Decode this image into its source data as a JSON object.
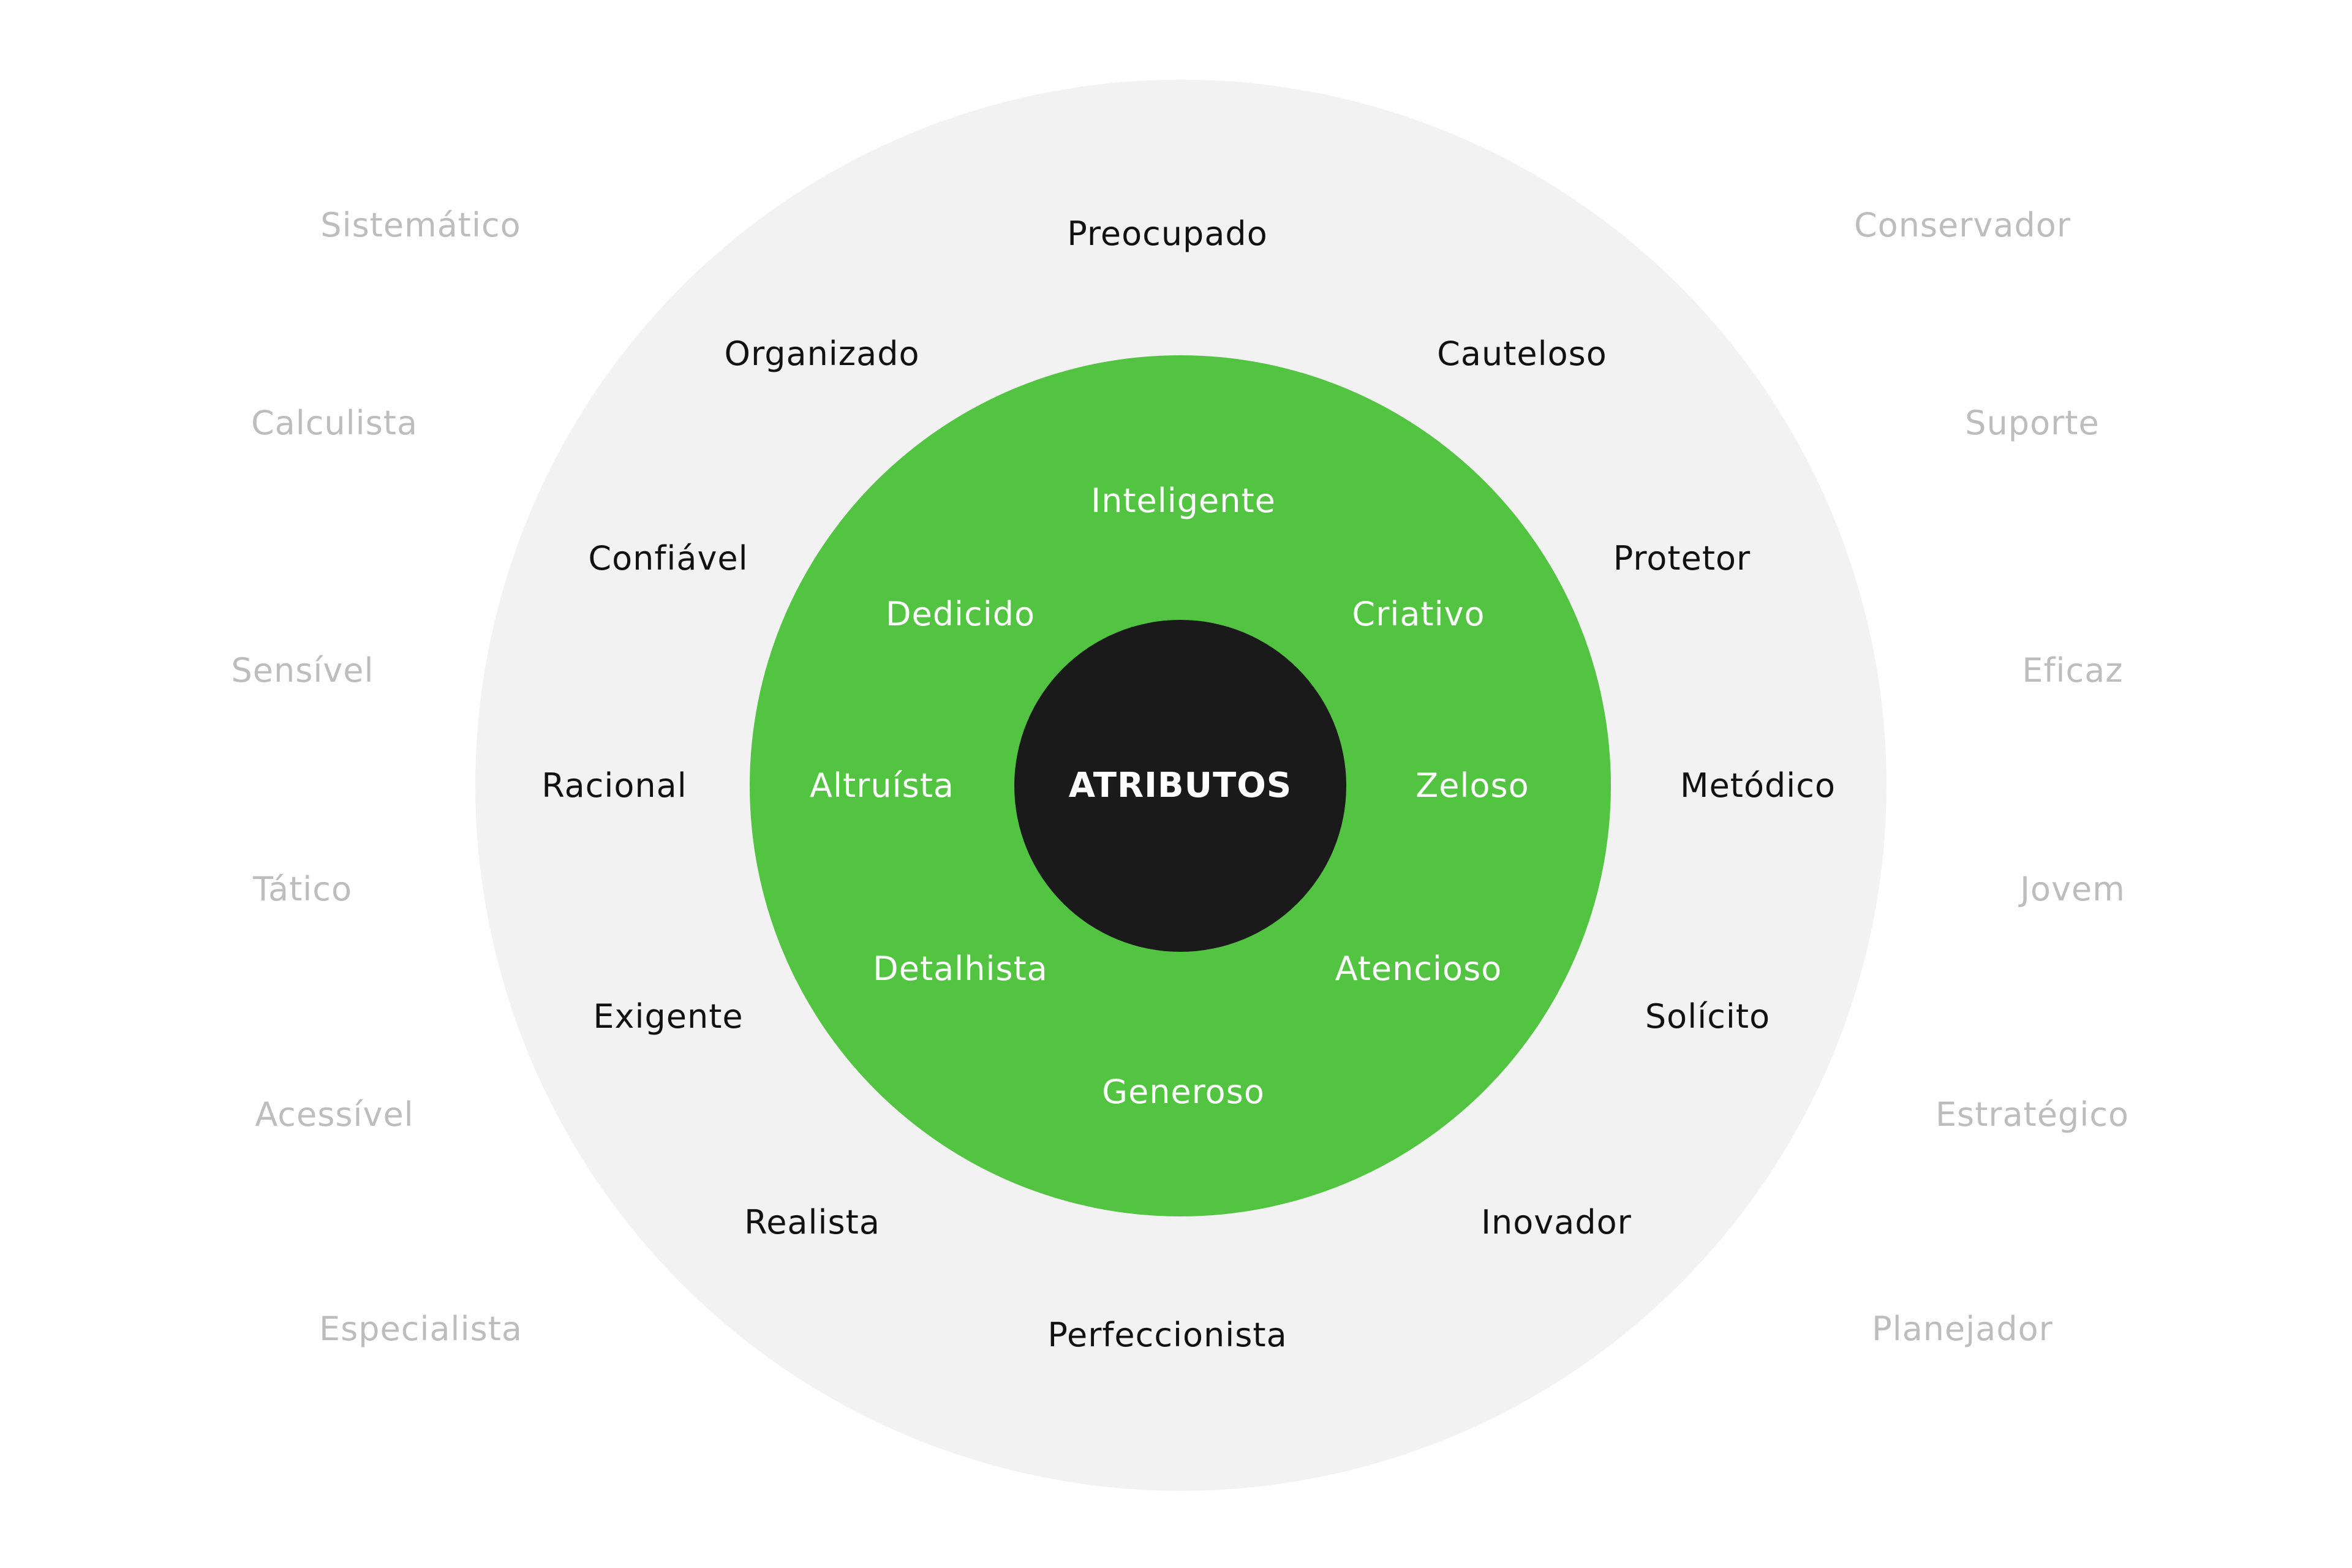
{
  "colors": {
    "outer_ring": "#f2f2f2",
    "middle_ring": "#52c441",
    "core": "#1a1a1a",
    "core_text": "#ffffff",
    "outer_text": "#bdbdbd",
    "ring_text": "#111111",
    "inner_text": "#ffffff"
  },
  "center": {
    "label": "ATRIBUTOS"
  },
  "outer_words": {
    "left": [
      "Sistemático",
      "Calculista",
      "Sensível",
      "Tático",
      "Acessível",
      "Especialista"
    ],
    "right": [
      "Conservador",
      "Suporte",
      "Eficaz",
      "Jovem",
      "Estratégico",
      "Planejador"
    ]
  },
  "ring_words": [
    "Preocupado",
    "Cauteloso",
    "Protetor",
    "Metódico",
    "Solícito",
    "Inovador",
    "Perfeccionista",
    "Realista",
    "Exigente",
    "Racional",
    "Confiável",
    "Organizado"
  ],
  "inner_words": [
    "Inteligente",
    "Criativo",
    "Zeloso",
    "Atencioso",
    "Generoso",
    "Detalhista",
    "Altruísta",
    "Dedicido"
  ]
}
